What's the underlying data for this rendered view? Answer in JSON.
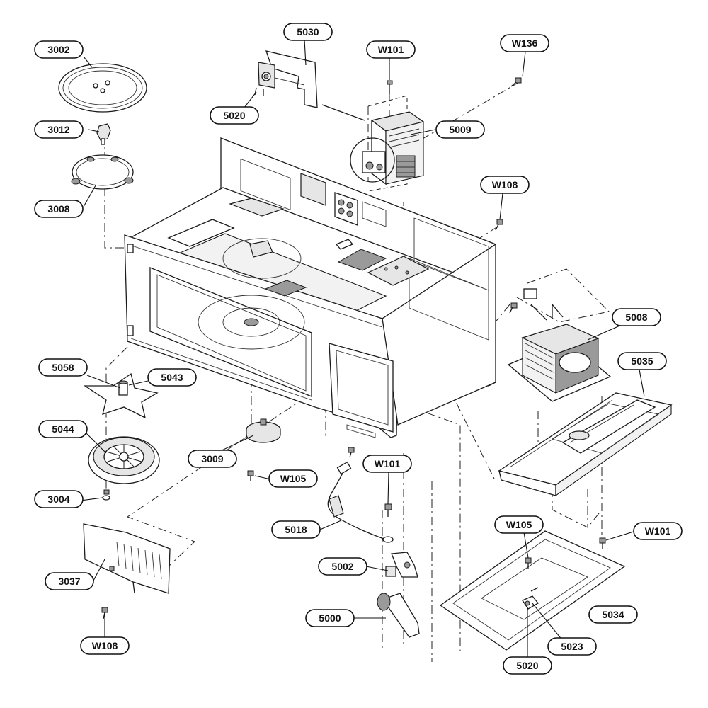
{
  "callouts": [
    {
      "id": "c3002",
      "text": "3002"
    },
    {
      "id": "c5030",
      "text": "5030"
    },
    {
      "id": "cW101a",
      "text": "W101"
    },
    {
      "id": "cW136",
      "text": "W136"
    },
    {
      "id": "c5020a",
      "text": "5020"
    },
    {
      "id": "c3012",
      "text": "3012"
    },
    {
      "id": "c5009",
      "text": "5009"
    },
    {
      "id": "c3008",
      "text": "3008"
    },
    {
      "id": "cW108a",
      "text": "W108"
    },
    {
      "id": "c5008",
      "text": "5008"
    },
    {
      "id": "c5058",
      "text": "5058"
    },
    {
      "id": "c5043",
      "text": "5043"
    },
    {
      "id": "c5035",
      "text": "5035"
    },
    {
      "id": "c5044",
      "text": "5044"
    },
    {
      "id": "c3009",
      "text": "3009"
    },
    {
      "id": "cW101b",
      "text": "W101"
    },
    {
      "id": "cW105a",
      "text": "W105"
    },
    {
      "id": "c3004",
      "text": "3004"
    },
    {
      "id": "c5018",
      "text": "5018"
    },
    {
      "id": "cW105b",
      "text": "W105"
    },
    {
      "id": "cW101c",
      "text": "W101"
    },
    {
      "id": "c5002",
      "text": "5002"
    },
    {
      "id": "c3037",
      "text": "3037"
    },
    {
      "id": "c5034",
      "text": "5034"
    },
    {
      "id": "c5000",
      "text": "5000"
    },
    {
      "id": "c5023",
      "text": "5023"
    },
    {
      "id": "cW108b",
      "text": "W108"
    },
    {
      "id": "c5020b",
      "text": "5020"
    }
  ]
}
